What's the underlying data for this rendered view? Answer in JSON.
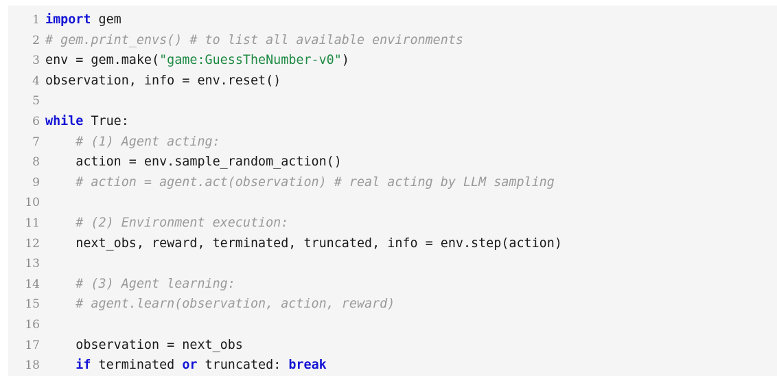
{
  "editor": {
    "language": "python",
    "background_color": "#f5f5f5",
    "page_background_color": "#ffffff",
    "gutter_color": "#8a8a8a",
    "colors": {
      "keyword": "#1414d6",
      "string": "#1f8a44",
      "comment": "#9a9a9a",
      "text": "#1a1a1a"
    },
    "lines": [
      {
        "number": "1",
        "tokens": [
          {
            "t": "kw",
            "v": "import"
          },
          {
            "t": "txt",
            "v": " gem"
          }
        ]
      },
      {
        "number": "2",
        "tokens": [
          {
            "t": "com",
            "v": "# gem.print_envs() # to list all available environments"
          }
        ]
      },
      {
        "number": "3",
        "tokens": [
          {
            "t": "txt",
            "v": "env = gem.make("
          },
          {
            "t": "str",
            "v": "\"game:GuessTheNumber-v0\""
          },
          {
            "t": "txt",
            "v": ")"
          }
        ]
      },
      {
        "number": "4",
        "tokens": [
          {
            "t": "txt",
            "v": "observation, info = env.reset()"
          }
        ]
      },
      {
        "number": "5",
        "tokens": []
      },
      {
        "number": "6",
        "tokens": [
          {
            "t": "kw",
            "v": "while"
          },
          {
            "t": "txt",
            "v": " True:"
          }
        ]
      },
      {
        "number": "7",
        "tokens": [
          {
            "t": "com",
            "v": "    # (1) Agent acting:"
          }
        ]
      },
      {
        "number": "8",
        "tokens": [
          {
            "t": "txt",
            "v": "    action = env.sample_random_action()"
          }
        ]
      },
      {
        "number": "9",
        "tokens": [
          {
            "t": "com",
            "v": "    # action = agent.act(observation) # real acting by LLM sampling"
          }
        ]
      },
      {
        "number": "10",
        "tokens": []
      },
      {
        "number": "11",
        "tokens": [
          {
            "t": "com",
            "v": "    # (2) Environment execution:"
          }
        ]
      },
      {
        "number": "12",
        "tokens": [
          {
            "t": "txt",
            "v": "    next_obs, reward, terminated, truncated, info = env.step(action)"
          }
        ]
      },
      {
        "number": "13",
        "tokens": []
      },
      {
        "number": "14",
        "tokens": [
          {
            "t": "com",
            "v": "    # (3) Agent learning:"
          }
        ]
      },
      {
        "number": "15",
        "tokens": [
          {
            "t": "com",
            "v": "    # agent.learn(observation, action, reward)"
          }
        ]
      },
      {
        "number": "16",
        "tokens": []
      },
      {
        "number": "17",
        "tokens": [
          {
            "t": "txt",
            "v": "    observation = next_obs"
          }
        ]
      },
      {
        "number": "18",
        "tokens": [
          {
            "t": "txt",
            "v": "    "
          },
          {
            "t": "kw",
            "v": "if"
          },
          {
            "t": "txt",
            "v": " terminated "
          },
          {
            "t": "kw",
            "v": "or"
          },
          {
            "t": "txt",
            "v": " truncated: "
          },
          {
            "t": "kw",
            "v": "break"
          }
        ]
      }
    ]
  }
}
